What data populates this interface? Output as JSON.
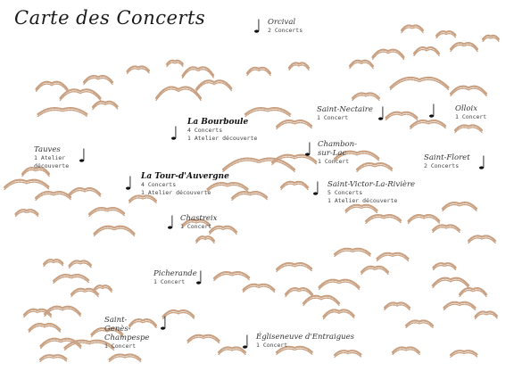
{
  "title": "Carte des Concerts",
  "colors": {
    "hills": "#c9a182",
    "ink": "#111111"
  },
  "icons": {
    "concert": "music-note-icon"
  },
  "places": [
    {
      "name": "Orcival",
      "lines": [
        "2 Concerts"
      ]
    },
    {
      "name": "La Bourboule",
      "lines": [
        "4 Concerts",
        "1 Atelier découverte"
      ],
      "bold": true
    },
    {
      "name": "Saint-Nectaire",
      "lines": [
        "1 Concert"
      ]
    },
    {
      "name": "Olloix",
      "lines": [
        "1 Concert"
      ]
    },
    {
      "name": "Tauves",
      "lines": [
        "1 Atelier",
        "découverte"
      ]
    },
    {
      "name": "Chambon-sur-Lac",
      "lines": [
        "1 Concert"
      ]
    },
    {
      "name": "Saint-Floret",
      "lines": [
        "2 Concerts"
      ]
    },
    {
      "name": "La Tour-d'Auvergne",
      "lines": [
        "4 Concerts",
        "1 Atelier découverte"
      ],
      "bold": true
    },
    {
      "name": "Saint-Victor-La-Rivière",
      "lines": [
        "5 Concerts",
        "1 Atelier découverte"
      ]
    },
    {
      "name": "Chastreix",
      "lines": [
        "1 Concert"
      ]
    },
    {
      "name": "Picherande",
      "lines": [
        "1 Concert"
      ]
    },
    {
      "name": "Saint-Genès-Champespe",
      "lines": [
        "1 Concert"
      ]
    },
    {
      "name": "Égliseneuve d'Entraigues",
      "lines": [
        "1 Concert"
      ]
    }
  ]
}
